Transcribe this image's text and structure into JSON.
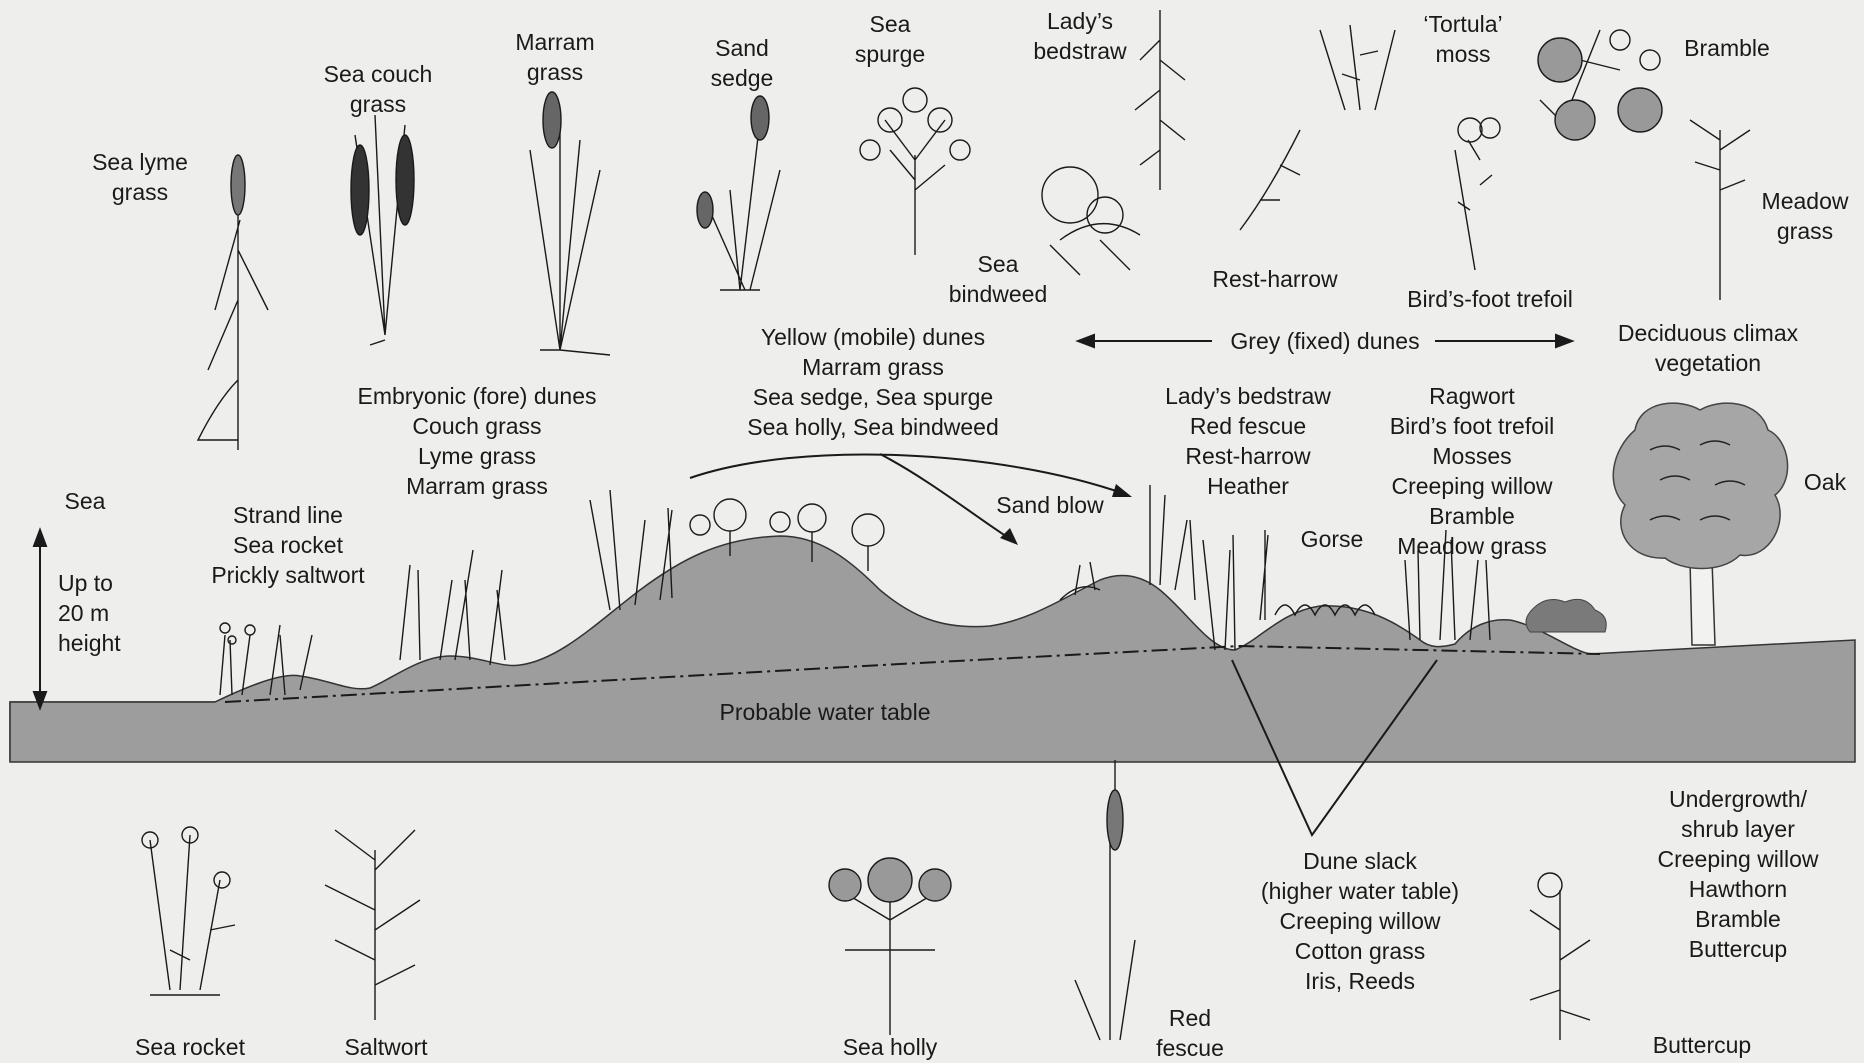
{
  "colors": {
    "ground": "#9d9d9d",
    "sea": "#c4c4c4",
    "ink": "#1a1a1a",
    "background": "#eeeeec"
  },
  "sea": {
    "label": "Sea",
    "height": [
      "Up to",
      "20 m",
      "height"
    ]
  },
  "water_table": "Probable water table",
  "zones": {
    "strand": [
      "Strand line",
      "Sea rocket",
      "Prickly saltwort"
    ],
    "embryonic": [
      "Embryonic (fore) dunes",
      "Couch grass",
      "Lyme grass",
      "Marram grass"
    ],
    "yellow": [
      "Yellow (mobile) dunes",
      "Marram grass",
      "Sea sedge, Sea spurge",
      "Sea holly, Sea bindweed"
    ],
    "sand_blow": "Sand blow",
    "grey": "Grey (fixed) dunes",
    "grey_left": [
      "Lady’s bedstraw",
      "Red fescue",
      "Rest-harrow",
      "Heather"
    ],
    "grey_right": [
      "Ragwort",
      "Bird’s foot trefoil",
      "Mosses",
      "Creeping willow",
      "Bramble",
      "Meadow grass"
    ],
    "gorse": "Gorse",
    "climax": [
      "Deciduous climax",
      "vegetation"
    ],
    "oak": "Oak",
    "slack": [
      "Dune slack",
      "(higher water table)",
      "Creeping willow",
      "Cotton grass",
      "Iris, Reeds"
    ],
    "undergrowth": [
      "Undergrowth/",
      "shrub layer",
      "Creeping willow",
      "Hawthorn",
      "Bramble",
      "Buttercup"
    ]
  },
  "plants_top": {
    "sea_lyme": [
      "Sea lyme",
      "grass"
    ],
    "sea_couch": [
      "Sea couch",
      "grass"
    ],
    "marram": [
      "Marram",
      "grass"
    ],
    "sand_sedge": [
      "Sand",
      "sedge"
    ],
    "sea_spurge": [
      "Sea",
      "spurge"
    ],
    "ladys_bedstraw": [
      "Lady’s",
      "bedstraw"
    ],
    "tortula": [
      "‘Tortula’",
      "moss"
    ],
    "bramble": "Bramble",
    "meadow_grass": [
      "Meadow",
      "grass"
    ],
    "sea_bindweed": [
      "Sea",
      "bindweed"
    ],
    "rest_harrow": "Rest-harrow",
    "birds_foot": "Bird’s-foot trefoil"
  },
  "plants_bottom": {
    "sea_rocket": "Sea rocket",
    "saltwort": "Saltwort",
    "sea_holly": "Sea holly",
    "red_fescue": [
      "Red",
      "fescue"
    ],
    "buttercup": "Buttercup"
  }
}
